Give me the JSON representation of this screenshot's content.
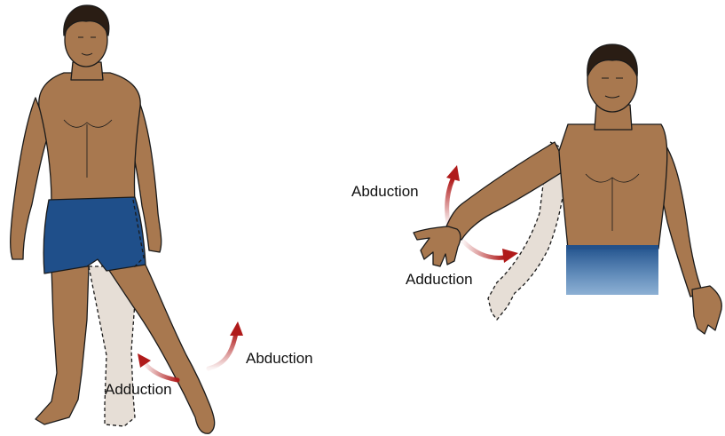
{
  "labels": {
    "leg_abduction": "Abduction",
    "leg_adduction": "Adduction",
    "arm_abduction": "Abduction",
    "arm_adduction": "Adduction"
  },
  "colors": {
    "skin": "#a8784f",
    "skin_shade": "#8a5f3c",
    "hair": "#2a1d14",
    "shorts": "#1f4f8a",
    "ghost_limb": "#e6ded6",
    "arrow": "#b01a1a",
    "outline": "#1a1a1a"
  },
  "icons": [
    "curved-arrow-icon"
  ]
}
